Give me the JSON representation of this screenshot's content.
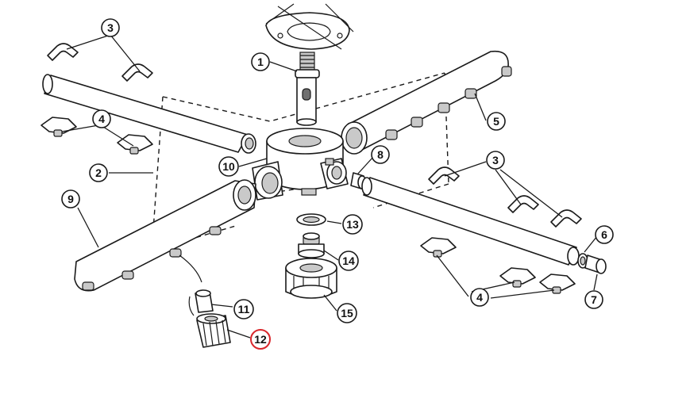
{
  "diagram": {
    "highlight_color": "#d9262b",
    "callouts": [
      {
        "id": "c1",
        "label": "1"
      },
      {
        "id": "c2",
        "label": "2"
      },
      {
        "id": "c3a",
        "label": "3"
      },
      {
        "id": "c3b",
        "label": "3"
      },
      {
        "id": "c4a",
        "label": "4"
      },
      {
        "id": "c4b",
        "label": "4"
      },
      {
        "id": "c5",
        "label": "5"
      },
      {
        "id": "c6",
        "label": "6"
      },
      {
        "id": "c7",
        "label": "7"
      },
      {
        "id": "c8",
        "label": "8"
      },
      {
        "id": "c9",
        "label": "9"
      },
      {
        "id": "c10",
        "label": "10"
      },
      {
        "id": "c11",
        "label": "11"
      },
      {
        "id": "c12",
        "label": "12",
        "highlighted": true
      },
      {
        "id": "c13",
        "label": "13"
      },
      {
        "id": "c14",
        "label": "14"
      },
      {
        "id": "c15",
        "label": "15"
      }
    ]
  }
}
